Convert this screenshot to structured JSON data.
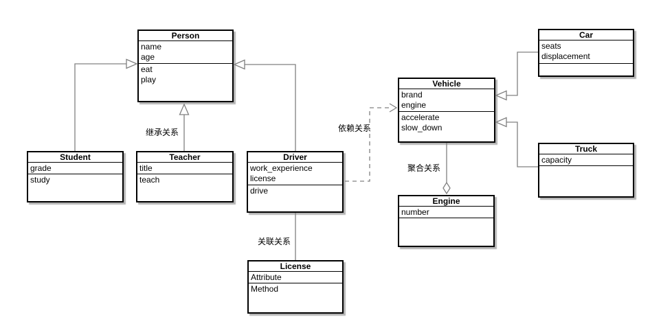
{
  "diagram": {
    "classes": {
      "person": {
        "name": "Person",
        "attributes": [
          "name",
          "age"
        ],
        "methods": [
          "eat",
          "play"
        ]
      },
      "student": {
        "name": "Student",
        "attributes": [
          "grade"
        ],
        "methods": [
          "study"
        ]
      },
      "teacher": {
        "name": "Teacher",
        "attributes": [
          "title"
        ],
        "methods": [
          "teach"
        ]
      },
      "driver": {
        "name": "Driver",
        "attributes": [
          "work_experience",
          "license"
        ],
        "methods": [
          "drive"
        ]
      },
      "license": {
        "name": "License",
        "attributes": [
          "Attribute"
        ],
        "methods": [
          "Method"
        ]
      },
      "vehicle": {
        "name": "Vehicle",
        "attributes": [
          "brand",
          "engine"
        ],
        "methods": [
          "accelerate",
          "slow_down"
        ]
      },
      "engine": {
        "name": "Engine",
        "attributes": [
          "number"
        ],
        "methods": []
      },
      "car": {
        "name": "Car",
        "attributes": [
          "seats",
          "displacement"
        ],
        "methods": []
      },
      "truck": {
        "name": "Truck",
        "attributes": [
          "capacity"
        ],
        "methods": []
      }
    },
    "edge_labels": {
      "inheritance": "继承关系",
      "dependency": "依赖关系",
      "association": "关联关系",
      "aggregation": "聚合关系"
    },
    "colors": {
      "edge": "#808080",
      "box_border": "#000000",
      "box_fill": "#ffffff",
      "shadow": "#b4b4b4",
      "label_text": "#000000"
    }
  }
}
